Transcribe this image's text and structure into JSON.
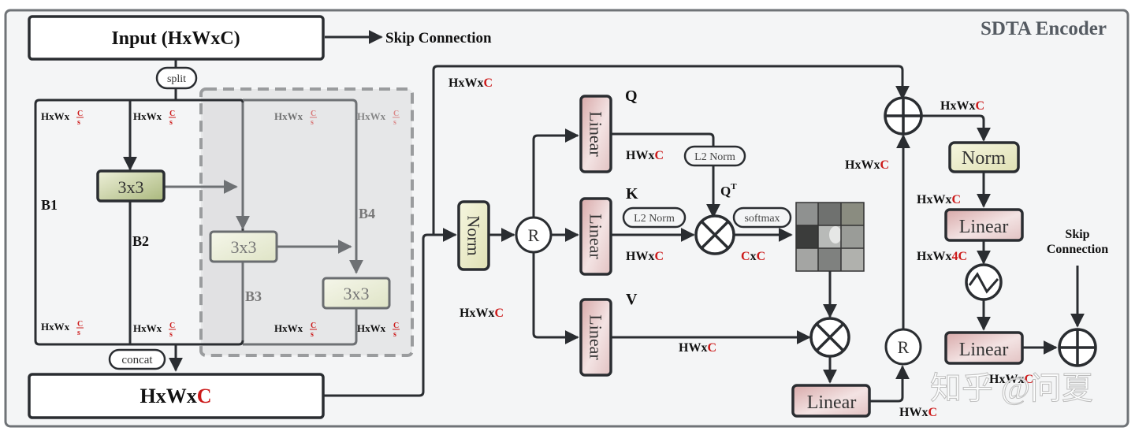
{
  "title": "SDTA Encoder",
  "input_box": "Input (HxWxC)",
  "skip_connection_top": "Skip Connection",
  "skip_connection_right": [
    "Skip",
    "Connection"
  ],
  "split_label": "split",
  "concat_label": "concat",
  "output_box": {
    "prefix": "HxWx",
    "suffix": "C"
  },
  "branch_labels": [
    "B1",
    "B2",
    "B3",
    "B4"
  ],
  "conv_label": "3x3",
  "dim_split": {
    "prefix": "HxWx",
    "num": "C",
    "den": "s"
  },
  "dims": {
    "hxwxc": {
      "prefix": "HxWx",
      "suffix": "C"
    },
    "hwxc": {
      "prefix": "HWx",
      "suffix": "C"
    },
    "cxc": {
      "a": "C",
      "x": "x",
      "b": "C"
    },
    "hxwx4c": {
      "prefix": "HxWx",
      "suffix": "4C"
    }
  },
  "labels": {
    "q": "Q",
    "k": "K",
    "v": "V",
    "qt": "Q",
    "qt_sup": "T",
    "l2norm": "L2 Norm",
    "softmax": "softmax",
    "norm": "Norm",
    "linear": "Linear",
    "r": "R"
  },
  "watermark": "知乎 @问夏",
  "colors": {
    "accent_red": "#cc1a1a",
    "linear_fill": "#e9cfcf",
    "norm_fill": "#eeeecb",
    "conv_fill": "#c9d3a6",
    "background": "#f4f5f6",
    "border": "#6f7377"
  }
}
